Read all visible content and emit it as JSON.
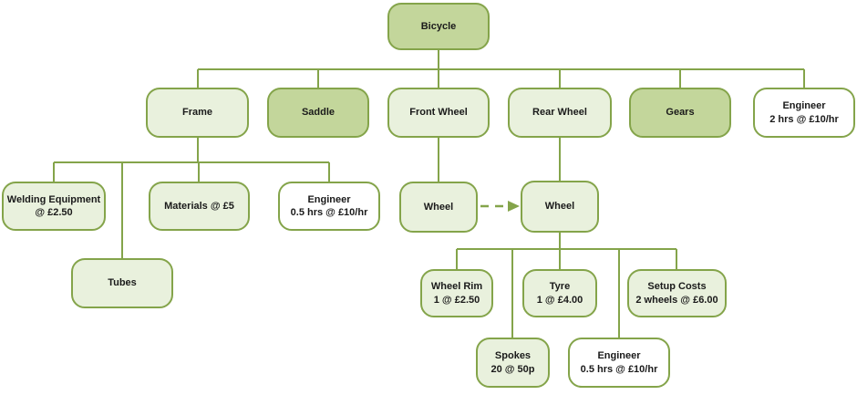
{
  "diagram": {
    "kind": "product-breakdown-tree",
    "root_label": "Bicycle"
  },
  "colors": {
    "node_dark": "#c3d69b",
    "node_light": "#e9f1dd",
    "node_white": "#ffffff",
    "border_color": "#84a44a",
    "line_color": "#84a44a",
    "text_color": "#1a1a1a"
  },
  "nodes": {
    "bicycle": {
      "line1": "Bicycle"
    },
    "frame": {
      "line1": "Frame"
    },
    "saddle": {
      "line1": "Saddle"
    },
    "front_wheel": {
      "line1": "Front Wheel"
    },
    "rear_wheel": {
      "line1": "Rear Wheel"
    },
    "gears": {
      "line1": "Gears"
    },
    "engineer_top": {
      "line1": "Engineer",
      "line2": "2 hrs @ £10/hr"
    },
    "welding_equipment": {
      "line1": "Welding Equipment",
      "line2": "@ £2.50"
    },
    "materials": {
      "line1": "Materials @ £5"
    },
    "engineer_frame": {
      "line1": "Engineer",
      "line2": "0.5 hrs @ £10/hr"
    },
    "tubes": {
      "line1": "Tubes"
    },
    "wheel_front": {
      "line1": "Wheel"
    },
    "wheel_rear": {
      "line1": "Wheel"
    },
    "wheel_rim": {
      "line1": "Wheel Rim",
      "line2": "1 @ £2.50"
    },
    "tyre": {
      "line1": "Tyre",
      "line2": "1 @ £4.00"
    },
    "setup_costs": {
      "line1": "Setup Costs",
      "line2": "2 wheels @ £6.00"
    },
    "spokes": {
      "line1": "Spokes",
      "line2": "20 @ 50p"
    },
    "engineer_wheel": {
      "line1": "Engineer",
      "line2": "0.5 hrs @ £10/hr"
    }
  }
}
